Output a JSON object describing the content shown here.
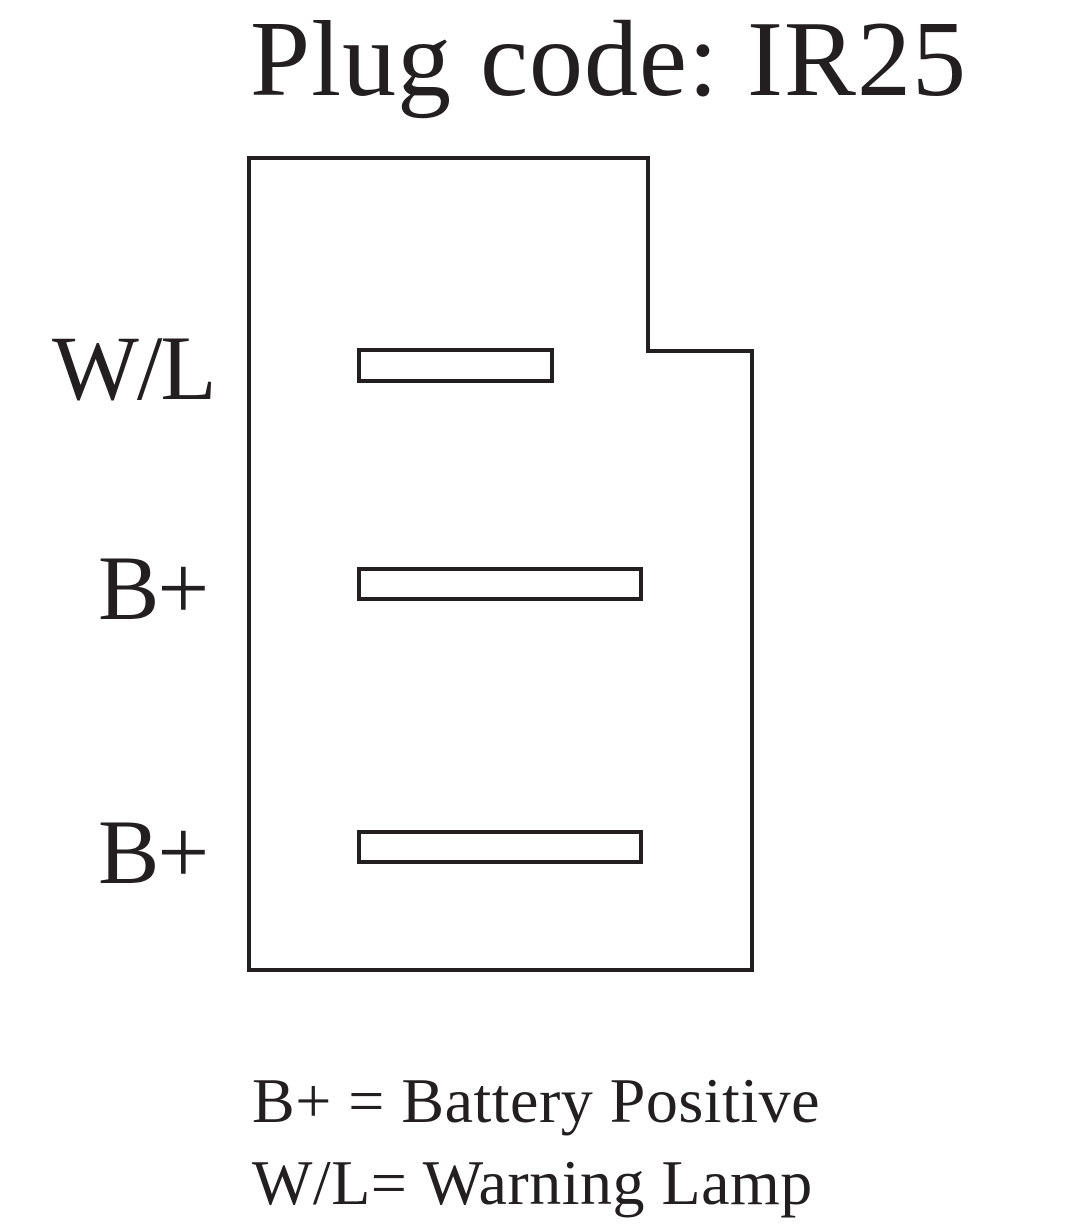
{
  "title": "Plug code: IR25",
  "pins": [
    {
      "label": "W/L"
    },
    {
      "label": "B+"
    },
    {
      "label": "B+"
    }
  ],
  "legend": [
    "B+ = Battery Positive",
    "W/L= Warning Lamp"
  ],
  "colors": {
    "ink": "#231f20",
    "background": "#ffffff"
  }
}
